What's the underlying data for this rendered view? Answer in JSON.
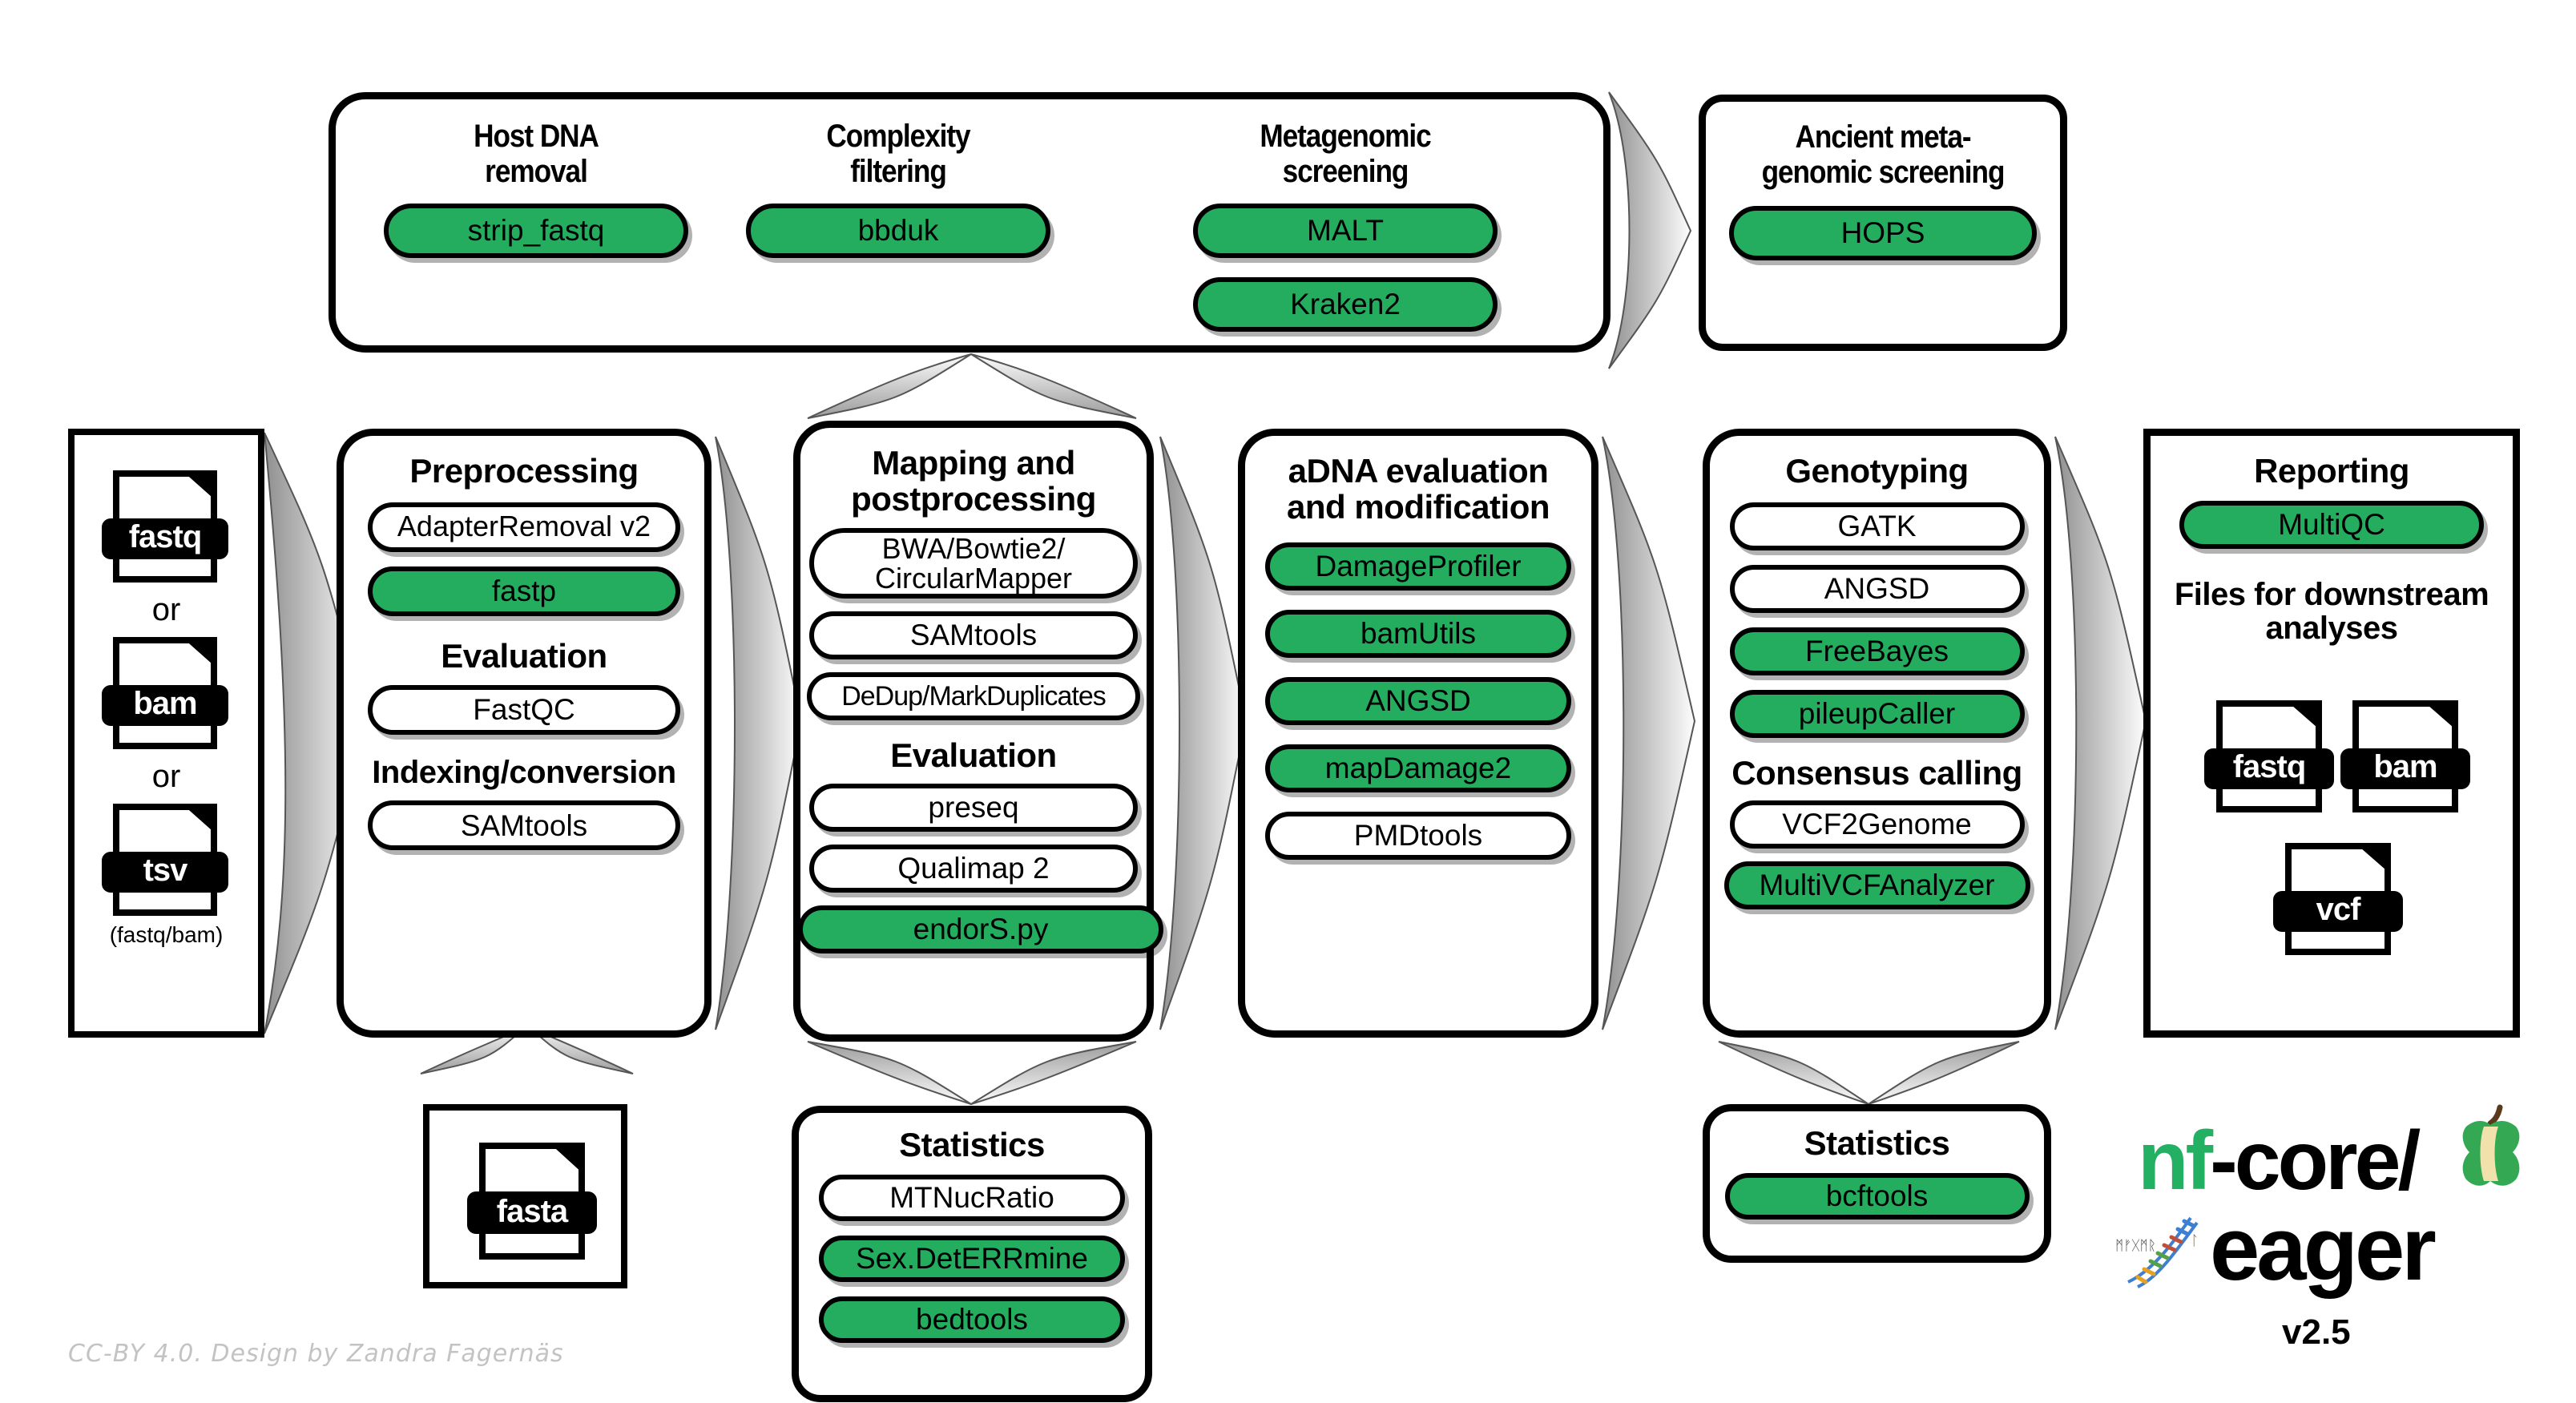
{
  "diagram": {
    "title": "nf-core/eager workflow overview",
    "credit": "CC-BY 4.0. Design by Zandra Fagernäs",
    "accent_green": "#24ad5f",
    "line_color": "#000000",
    "arrow_gradient": [
      "#9a9a9a",
      "#ffffff"
    ]
  },
  "logo": {
    "line1_nf": "nf",
    "line1_rest": "-core/",
    "line2": "eager",
    "version": "v2.5",
    "apple_icon": "apple-core-icon",
    "dna_icon": "dna-helix-icon"
  },
  "input": {
    "files": [
      {
        "label": "fastq",
        "icon": "file-fastq-icon"
      },
      {
        "label": "bam",
        "icon": "file-bam-icon"
      },
      {
        "label": "tsv",
        "icon": "file-tsv-icon"
      }
    ],
    "separators": [
      "or",
      "or"
    ],
    "note": "(fastq/bam)"
  },
  "reference": {
    "file": {
      "label": "fasta",
      "icon": "file-fasta-icon"
    }
  },
  "top_container": {
    "groups": [
      {
        "heading": "Host DNA\nremoval",
        "heading_lines": [
          "Host DNA",
          "removal"
        ],
        "tools": [
          {
            "label": "strip_fastq",
            "highlighted": true
          }
        ]
      },
      {
        "heading": "Complexity\nfiltering",
        "heading_lines": [
          "Complexity",
          "filtering"
        ],
        "tools": [
          {
            "label": "bbduk",
            "highlighted": true
          }
        ]
      },
      {
        "heading": "Metagenomic\nscreening",
        "heading_lines": [
          "Metagenomic",
          "screening"
        ],
        "tools": [
          {
            "label": "MALT",
            "highlighted": true
          },
          {
            "label": "Kraken2",
            "highlighted": true
          }
        ]
      }
    ]
  },
  "ancient_screening": {
    "heading_lines": [
      "Ancient meta-",
      "genomic screening"
    ],
    "tools": [
      {
        "label": "HOPS",
        "highlighted": true
      }
    ]
  },
  "columns": [
    {
      "id": "preprocessing",
      "heading": "Preprocessing",
      "sections": [
        {
          "heading": null,
          "tools": [
            {
              "label": "AdapterRemoval v2",
              "highlighted": false
            },
            {
              "label": "fastp",
              "highlighted": true
            }
          ]
        },
        {
          "heading": "Evaluation",
          "tools": [
            {
              "label": "FastQC",
              "highlighted": false
            }
          ]
        },
        {
          "heading": "Indexing/conversion",
          "tools": [
            {
              "label": "SAMtools",
              "highlighted": false
            }
          ]
        }
      ]
    },
    {
      "id": "mapping",
      "heading_lines": [
        "Mapping and",
        "postprocessing"
      ],
      "sections": [
        {
          "heading": null,
          "tools": [
            {
              "label": "BWA/Bowtie2/\nCircularMapper",
              "label_lines": [
                "BWA/Bowtie2/",
                "CircularMapper"
              ],
              "highlighted": false
            },
            {
              "label": "SAMtools",
              "highlighted": false
            },
            {
              "label": "DeDup/MarkDuplicates",
              "highlighted": false
            }
          ]
        },
        {
          "heading": "Evaluation",
          "tools": [
            {
              "label": "preseq",
              "highlighted": false
            },
            {
              "label": "Qualimap 2",
              "highlighted": false
            },
            {
              "label": "endorS.py",
              "highlighted": true
            }
          ]
        }
      ]
    },
    {
      "id": "adna",
      "heading_lines": [
        "aDNA evaluation",
        "and modification"
      ],
      "sections": [
        {
          "heading": null,
          "tools": [
            {
              "label": "DamageProfiler",
              "highlighted": true
            },
            {
              "label": "bamUtils",
              "highlighted": true
            },
            {
              "label": "ANGSD",
              "highlighted": true
            },
            {
              "label": "mapDamage2",
              "highlighted": true
            },
            {
              "label": "PMDtools",
              "highlighted": false
            }
          ]
        }
      ]
    },
    {
      "id": "genotyping",
      "heading": "Genotyping",
      "sections": [
        {
          "heading": null,
          "tools": [
            {
              "label": "GATK",
              "highlighted": false
            },
            {
              "label": "ANGSD",
              "highlighted": false
            },
            {
              "label": "FreeBayes",
              "highlighted": true
            },
            {
              "label": "pileupCaller",
              "highlighted": true
            }
          ]
        },
        {
          "heading": "Consensus calling",
          "tools": [
            {
              "label": "VCF2Genome",
              "highlighted": false
            },
            {
              "label": "MultiVCFAnalyzer",
              "highlighted": true
            }
          ]
        }
      ]
    },
    {
      "id": "reporting",
      "heading": "Reporting",
      "sections": [
        {
          "heading": null,
          "tools": [
            {
              "label": "MultiQC",
              "highlighted": true
            }
          ]
        },
        {
          "heading_lines": [
            "Files for downstream",
            "analyses"
          ],
          "files": [
            {
              "label": "fastq",
              "icon": "file-fastq-icon"
            },
            {
              "label": "bam",
              "icon": "file-bam-icon"
            },
            {
              "label": "vcf",
              "icon": "file-vcf-icon"
            }
          ]
        }
      ]
    }
  ],
  "statistics_mapping": {
    "heading": "Statistics",
    "tools": [
      {
        "label": "MTNucRatio",
        "highlighted": false
      },
      {
        "label": "Sex.DetERRmine",
        "highlighted": true
      },
      {
        "label": "bedtools",
        "highlighted": true
      }
    ]
  },
  "statistics_genotyping": {
    "heading": "Statistics",
    "tools": [
      {
        "label": "bcftools",
        "highlighted": true
      }
    ]
  }
}
